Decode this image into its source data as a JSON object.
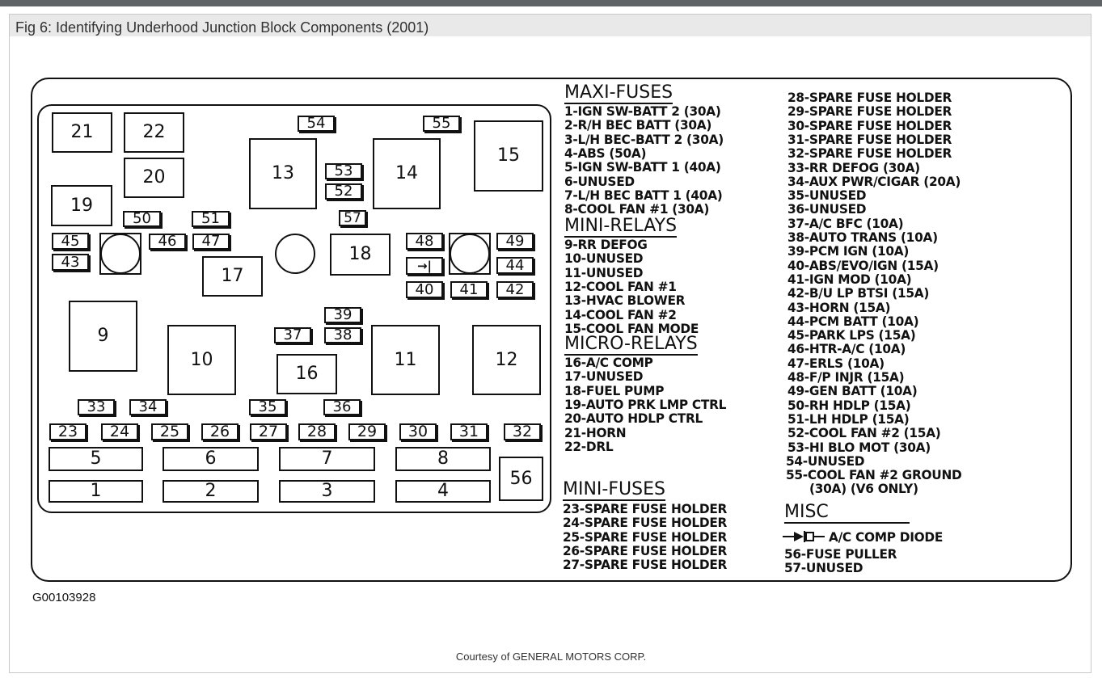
{
  "title": "Fig 6: Identifying Underhood Junction Block Components (2001)",
  "image_id_label": "G00103928",
  "courtesy": "Courtesy of GENERAL MOTORS CORP.",
  "boxes": [
    "1",
    "2",
    "3",
    "4",
    "5",
    "6",
    "7",
    "8",
    "9",
    "10",
    "11",
    "12",
    "13",
    "14",
    "15",
    "16",
    "17",
    "18",
    "19",
    "20",
    "21",
    "22",
    "23",
    "24",
    "25",
    "26",
    "27",
    "28",
    "29",
    "30",
    "31",
    "32",
    "33",
    "34",
    "35",
    "36",
    "37",
    "38",
    "39",
    "40",
    "41",
    "42",
    "43",
    "44",
    "45",
    "46",
    "47",
    "48",
    "49",
    "50",
    "51",
    "52",
    "53",
    "54",
    "55",
    "56",
    "57"
  ],
  "diode_symbol": "→|",
  "legend": {
    "maxi_fuses": {
      "heading": "MAXI-FUSES",
      "items": [
        "1-IGN SW-BATT 2 (30A)",
        "2-R/H BEC BATT (30A)",
        "3-L/H BEC-BATT 2 (30A)",
        "4-ABS (50A)",
        "5-IGN SW-BATT 1 (40A)",
        "6-UNUSED",
        "7-L/H BEC BATT 1 (40A)",
        "8-COOL FAN #1 (30A)"
      ]
    },
    "mini_relays": {
      "heading": "MINI-RELAYS",
      "items": [
        "9-RR DEFOG",
        "10-UNUSED",
        "11-UNUSED",
        "12-COOL FAN #1",
        "13-HVAC BLOWER",
        "14-COOL FAN #2",
        "15-COOL FAN MODE"
      ]
    },
    "micro_relays": {
      "heading": "MICRO-RELAYS",
      "items": [
        "16-A/C COMP",
        "17-UNUSED",
        "18-FUEL PUMP",
        "19-AUTO PRK LMP CTRL",
        "20-AUTO HDLP CTRL",
        "21-HORN",
        "22-DRL"
      ]
    },
    "mini_fuses": {
      "heading": "MINI-FUSES",
      "items": [
        "23-SPARE FUSE HOLDER",
        "24-SPARE FUSE HOLDER",
        "25-SPARE FUSE HOLDER",
        "26-SPARE FUSE HOLDER",
        "27-SPARE FUSE HOLDER"
      ]
    },
    "mini_fuses_cont": {
      "items": [
        "28-SPARE FUSE HOLDER",
        "29-SPARE FUSE HOLDER",
        "30-SPARE FUSE HOLDER",
        "31-SPARE FUSE HOLDER",
        "32-SPARE FUSE HOLDER",
        "33-RR DEFOG (30A)",
        "34-AUX PWR/CIGAR (20A)",
        "35-UNUSED",
        "36-UNUSED",
        "37-A/C BFC (10A)",
        "38-AUTO TRANS (10A)",
        "39-PCM IGN (10A)",
        "40-ABS/EVO/IGN (15A)",
        "41-IGN MOD (10A)",
        "42-B/U LP BTSI (15A)",
        "43-HORN (15A)",
        "44-PCM BATT (10A)",
        "45-PARK LPS (15A)",
        "46-HTR-A/C (10A)",
        "47-ERLS (10A)",
        "48-F/P INJR (15A)",
        "49-GEN BATT (10A)",
        "50-RH HDLP (15A)",
        "51-LH HDLP (15A)",
        "52-COOL FAN #2 (15A)",
        "53-HI BLO MOT (30A)",
        "54-UNUSED",
        "55-COOL FAN #2 GROUND",
        "(30A) (V6 ONLY)"
      ]
    },
    "misc": {
      "heading": "MISC",
      "items": [
        "A/C COMP DIODE",
        "56-FUSE PULLER",
        "57-UNUSED"
      ]
    }
  }
}
